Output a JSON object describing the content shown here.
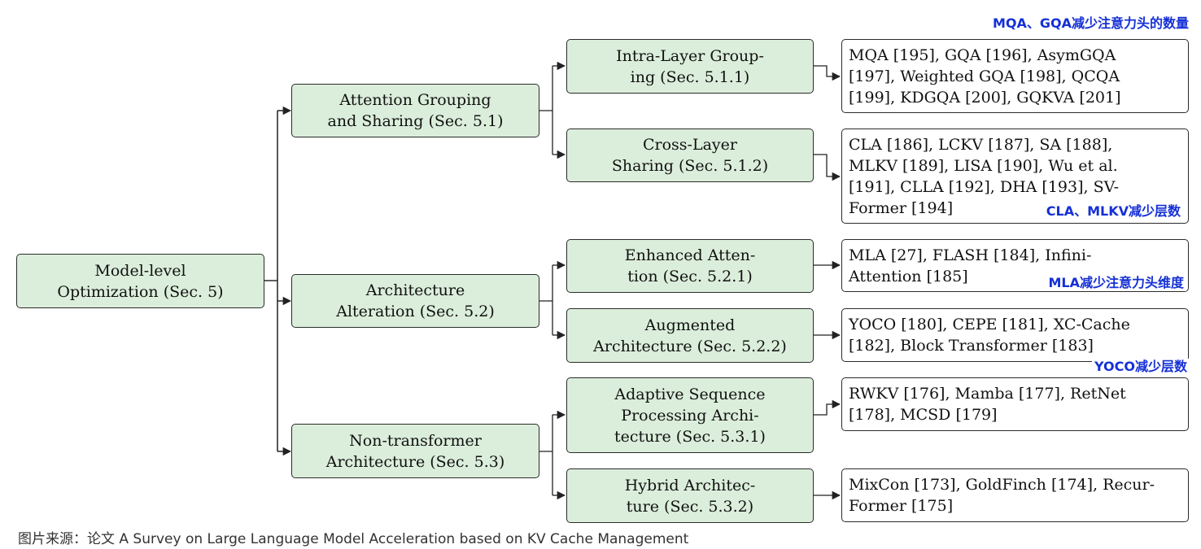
{
  "root": "Model-level\nOptimization (Sec. 5)",
  "groups": [
    {
      "label": "Attention Grouping\nand Sharing (Sec. 5.1)",
      "subs": [
        {
          "label": "Intra-Layer Group-\ning (Sec. 5.1.1)",
          "refs": "MQA [195], GQA [196], AsymGQA\n[197], Weighted GQA [198], QCQA\n[199], KDGQA [200], GQKVA [201]"
        },
        {
          "label": "Cross-Layer\nSharing (Sec. 5.1.2)",
          "refs": "CLA [186], LCKV [187], SA [188],\nMLKV [189], LISA [190], Wu et al.\n[191], CLLA [192], DHA [193], SV-\nFormer [194]"
        }
      ]
    },
    {
      "label": "Architecture\nAlteration (Sec. 5.2)",
      "subs": [
        {
          "label": "Enhanced Atten-\ntion (Sec. 5.2.1)",
          "refs": "MLA [27], FLASH [184], Infini-\nAttention [185]"
        },
        {
          "label": "Augmented\nArchitecture (Sec. 5.2.2)",
          "refs": "YOCO [180], CEPE [181], XC-Cache\n[182], Block Transformer [183]"
        }
      ]
    },
    {
      "label": "Non-transformer\nArchitecture (Sec. 5.3)",
      "subs": [
        {
          "label": "Adaptive Sequence\nProcessing Archi-\ntecture (Sec. 5.3.1)",
          "refs": "RWKV [176], Mamba [177], RetNet\n[178], MCSD [179]"
        },
        {
          "label": "Hybrid Architec-\nture (Sec. 5.3.2)",
          "refs": "MixCon [173], GoldFinch [174], Recur-\nFormer [175]"
        }
      ]
    }
  ],
  "annotations": {
    "gqa": "MQA、GQA减少注意力头的数量",
    "cla": "CLA、MLKV减少层数",
    "mla": "MLA减少注意力头维度",
    "yoco": "YOCO减少层数"
  },
  "caption": "图片来源：论文 A Survey on Large Language Model Acceleration based on KV Cache Management",
  "colors": {
    "category_fill": "#dbeedb",
    "annotation_text": "#1530d6",
    "line": "#222222"
  }
}
